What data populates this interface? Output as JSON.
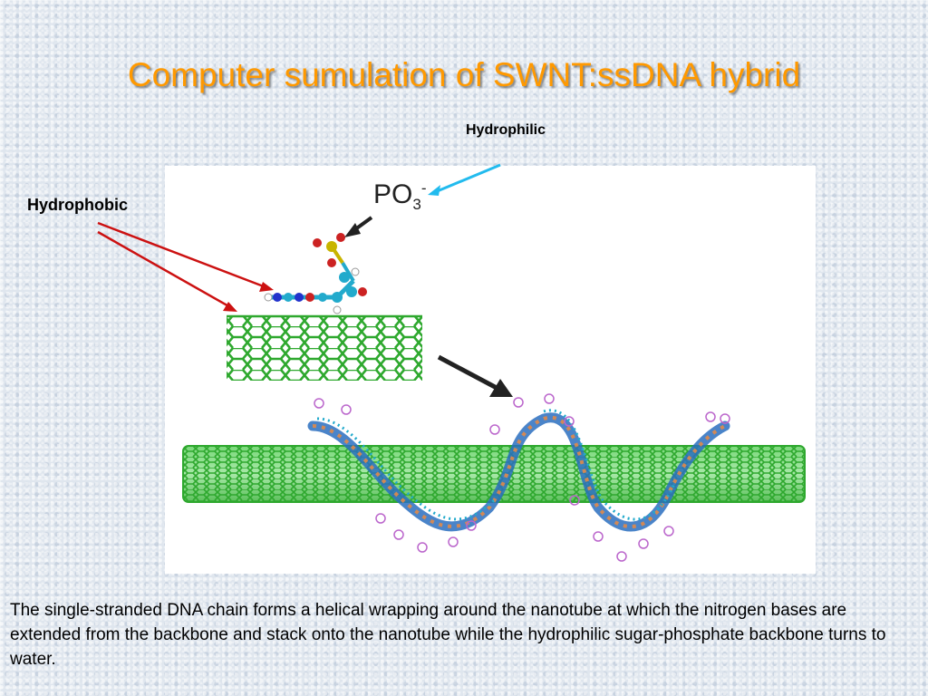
{
  "slide": {
    "title": "Computer sumulation of SWNT:ssDNA hybrid",
    "labels": {
      "hydrophilic": "Hydrophilic",
      "hydrophobic": "Hydrophobic"
    },
    "formula": {
      "main": "PO",
      "subscript": "3",
      "superscript": "-"
    },
    "caption": "The single-stranded DNA chain forms a helical wrapping around the nanotube at which the nitrogen bases are extended from the backbone and stack onto the nanotube while the hydrophilic sugar-phosphate backbone turns to water."
  },
  "colors": {
    "title": "#ff9900",
    "nanotube": "#33bb33",
    "arrow_hydrophobic": "#cc1111",
    "arrow_hydrophilic": "#22bbee",
    "arrow_dark": "#222222",
    "phosphate": "#c8b400",
    "oxygen": "#cc2222",
    "carbon": "#22aacc",
    "nitrogen": "#2233cc",
    "ring": "#bb66cc"
  }
}
